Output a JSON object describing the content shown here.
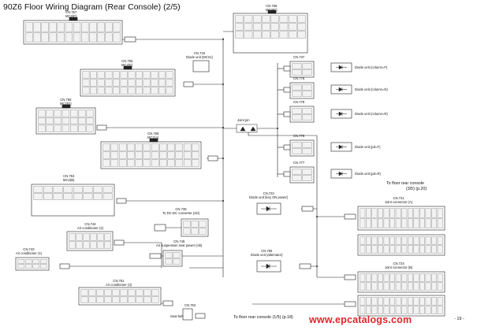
{
  "title": "90Z6 Floor Wiring Diagram (Rear Console) (2/5)",
  "page_number": "- 19 -",
  "watermark": "www.epcatalogs.com",
  "connectors": {
    "cn757": {
      "id": "CN.757",
      "name": "MC2(F)"
    },
    "cn716": {
      "id": "CN.716",
      "name": "Diode unit (MC21)"
    },
    "cn755": {
      "id": "CN.755",
      "name": "MC2(E)"
    },
    "cn756": {
      "id": "CN.756",
      "name": "MC2(D)"
    },
    "cn766": {
      "id": "CN.766",
      "name": "MC2(A)"
    },
    "cn753": {
      "id": "CN.753",
      "name": "MC2(B)"
    },
    "cn736": {
      "id": "CN.736",
      "name": "To DC-DC converter (ckt)"
    },
    "cn744": {
      "id": "CN.744",
      "name": "Air conditioner (2)"
    },
    "cn745": {
      "id": "CN.745",
      "name": "Air suspension seat power (ckt)"
    },
    "cn743": {
      "id": "CN.743",
      "name": "Air conditioner (1)"
    },
    "cn751": {
      "id": "CN.751",
      "name": "Air conditioner (3)"
    },
    "cn752": {
      "id": "CN.752",
      "name": "Seat belt"
    },
    "cn758": {
      "id": "CN.758",
      "name": "MC2(C)"
    },
    "cn737": {
      "id": "CN.737",
      "name": "Diode unit (column=F)"
    },
    "cn776": {
      "id": "CN.776",
      "name": "Diode unit (column=N)"
    },
    "cn778": {
      "id": "CN.778",
      "name": "Diode unit (column=R)"
    },
    "cn779": {
      "id": "CN.779",
      "name": "Diode unit (pd=F)"
    },
    "cn777": {
      "id": "CN.777",
      "name": "Diode unit (pd=R)"
    },
    "cn723": {
      "id": "CN.723",
      "name": "Diode unit (key ON power)"
    },
    "cn765": {
      "id": "CN.765",
      "name": "Diode unit (alternator)"
    },
    "cn721": {
      "id": "CN.721",
      "name": "Joint connector (A)"
    },
    "cn724": {
      "id": "CN.724",
      "name": "Joint connector (B)"
    }
  },
  "references": {
    "to_floor_rear_console_upper": "To floor rear console",
    "to_floor_rear_console_upper_page": "(3/5) (p.20)",
    "to_floor_rear_console_lower": "To floor rear console (1/5) (p.18)"
  },
  "splice_label": "Joint pin",
  "colors": {
    "line": "#222222",
    "fill_box": "#ffffff",
    "fill_pin": "#f2f2f2",
    "watermark": "#e0262b"
  }
}
